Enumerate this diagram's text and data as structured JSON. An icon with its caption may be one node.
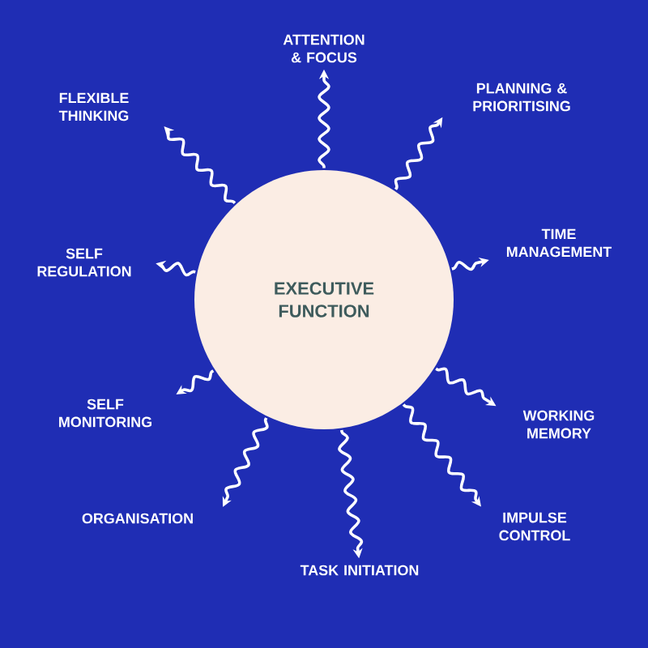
{
  "diagram": {
    "nodes": [
      {
        "text": [
          "EXECUTIVE FUNCTION"
        ]
      },
      {
        "text": [
          "ATTENTION & FOCUS"
        ]
      },
      {
        "text": [
          "PLANNING & PRIORITISING"
        ]
      },
      {
        "text": [
          "TIME MANAGEMENT"
        ]
      },
      {
        "text": [
          "WORKING MEMORY"
        ]
      },
      {
        "text": [
          "IMPULSE CONTROL"
        ]
      },
      {
        "text": [
          "TASK INITIATION"
        ]
      },
      {
        "text": [
          "ORGANISATION"
        ]
      },
      {
        "text": [
          "SELF MONITORING"
        ]
      },
      {
        "text": [
          "SELF REGULATION"
        ]
      },
      {
        "text": [
          "FLEXIBLE THINKING"
        ]
      }
    ],
    "edges": [
      {
        "from": 0,
        "to": 1,
        "arrow": "to"
      },
      {
        "from": 0,
        "to": 2,
        "arrow": "to"
      },
      {
        "from": 0,
        "to": 3,
        "arrow": "to"
      },
      {
        "from": 0,
        "to": 4,
        "arrow": "to"
      },
      {
        "from": 0,
        "to": 5,
        "arrow": "to"
      },
      {
        "from": 0,
        "to": 6,
        "arrow": "to"
      },
      {
        "from": 0,
        "to": 7,
        "arrow": "to"
      },
      {
        "from": 0,
        "to": 8,
        "arrow": "to"
      },
      {
        "from": 0,
        "to": 9,
        "arrow": "to"
      },
      {
        "from": 0,
        "to": 10,
        "arrow": "to"
      }
    ]
  }
}
